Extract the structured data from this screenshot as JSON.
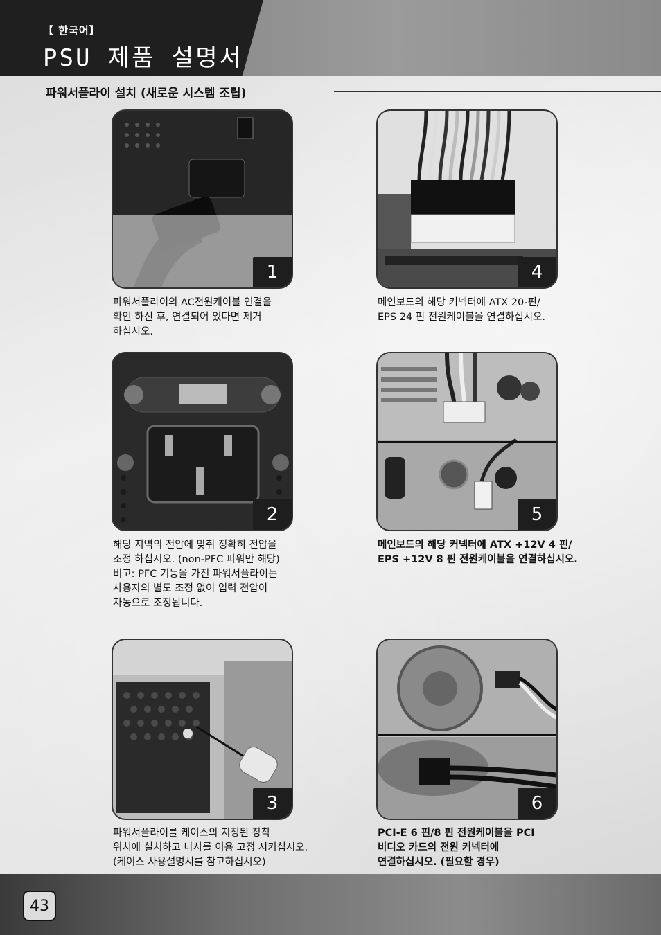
{
  "header": {
    "language_tag": "【 한국어】",
    "title": "PSU 제품 설명서"
  },
  "section": {
    "heading": "파워서플라이 설치 (새로운 시스템 조립)"
  },
  "steps": [
    {
      "number": "1",
      "caption": "파워서플라이의 AC전원케이블 연결을\n확인 하신 후, 연결되어 있다면 제거\n하십시오."
    },
    {
      "number": "2",
      "caption": "해당 지역의 전압에 맞춰 정확히 전압을\n조정 하십시오. (non-PFC 파워만 해당)\n비고: PFC 기능을 가진 파워서플라이는\n사용자의 별도 조정 없이 입력 전압이\n자동으로 조정됩니다."
    },
    {
      "number": "3",
      "caption": "파워서플라이를 케이스의 지정된 장착\n위치에 설치하고 나사를 이용 고정 시키십시오.\n(케이스 사용설명서를 참고하십시오)"
    },
    {
      "number": "4",
      "caption": "메인보드의 해당 커넥터에 ATX 20-핀/\nEPS 24 핀 전원케이블을 연결하십시오."
    },
    {
      "number": "5",
      "caption": "메인보드의 해당 커넥터에 ATX +12V 4 핀/\nEPS +12V 8 핀 전원케이블을 연결하십시오."
    },
    {
      "number": "6",
      "caption": "PCI-E 6 핀/8 핀 전원케이블을 PCI\n비디오 카드의 전원 커넥터에\n연결하십시오. (필요할 경우)"
    }
  ],
  "footer": {
    "page_number": "43"
  }
}
